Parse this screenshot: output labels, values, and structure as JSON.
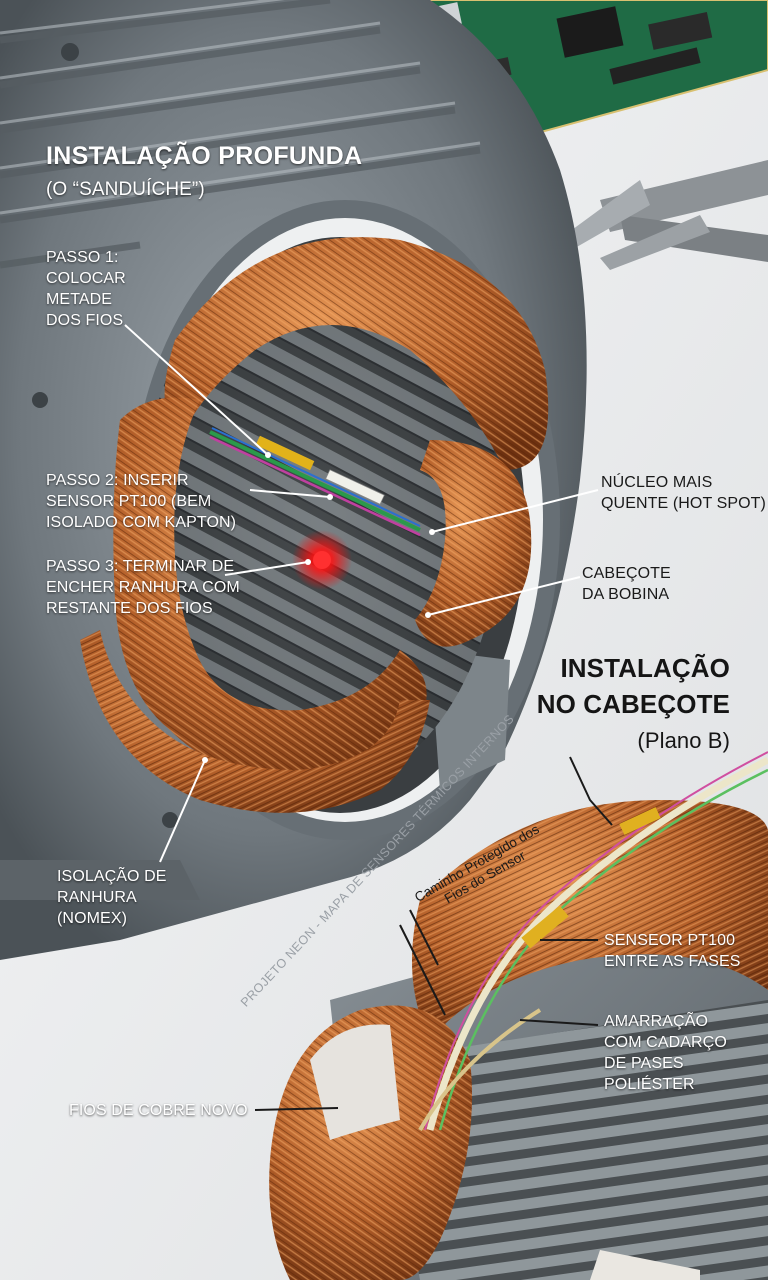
{
  "deep_install": {
    "title": "INSTALAÇÃO PROFUNDA",
    "subtitle": "(O “SANDUÍCHE”)",
    "step1": "PASSO 1:\nCOLOCAR\nMETADE\nDOS FIOS",
    "step2": "PASSO 2: INSERIR\nSENSOR PT100 (BEM\nISOLADO COM KAPTON)",
    "step3": "PASSO 3: TERMINAR DE\nENCHER RANHURA COM\nRESTANTE DOS FIOS",
    "hot_spot": "NÚCLEO MAIS\nQUENTE (HOT SPOT)",
    "coil_head": "CABEÇOTE\nDA BOBINA",
    "slot_insulation": "ISOLAÇÃO DE\nRANHURA\n(NOMEX)"
  },
  "head_install": {
    "title": "INSTALAÇÃO\nNO CABEÇOTE",
    "subtitle": "(Plano B)",
    "protected_path": "Caminho Protegido dos\nFios do Sensor",
    "sensor_between_phases": "SENSEOR PT100\nENTRE AS FASES",
    "lacing": "AMARRAÇÃO\nCOM CADARÇO\nDE PASES\nPOLIÉSTER",
    "new_copper": "FIOS DE COBRE NOVO"
  },
  "watermark": "PROJETO NEON - MAPA DE SENSORES TÉRMICOS INTERNOS",
  "colors": {
    "copper": "#b8642a",
    "steel": "#7a8288",
    "hot_spot": "#ff2020",
    "pcb": "#1f6b45"
  }
}
